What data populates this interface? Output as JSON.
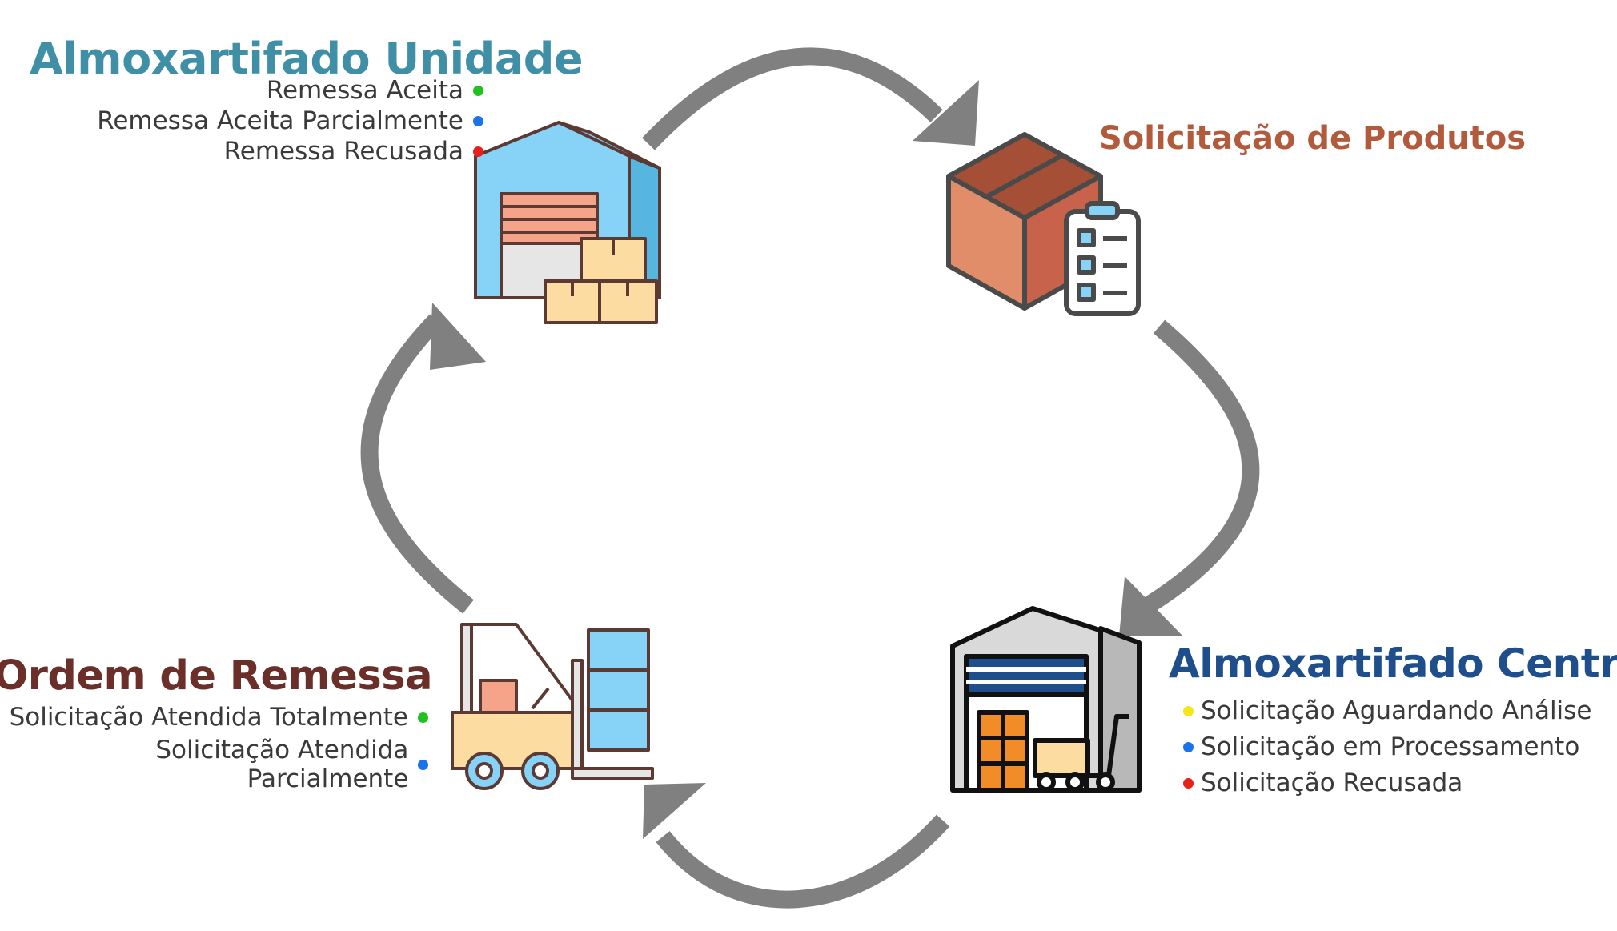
{
  "unit_warehouse": {
    "title": "Almoxartifado Unidade",
    "title_color": "#3f8fa7",
    "statuses": [
      {
        "label": "Remessa Aceita",
        "color": "#22c11f"
      },
      {
        "label": "Remessa Aceita Parcialmente",
        "color": "#1a73e8"
      },
      {
        "label": "Remessa Recusada",
        "color": "#e8201a"
      }
    ]
  },
  "product_request": {
    "title": "Solicitação de Produtos",
    "title_color": "#b25a3c"
  },
  "central_warehouse": {
    "title": "Almoxartifado Central",
    "title_color": "#1f4e8c",
    "statuses": [
      {
        "label": "Solicitação Aguardando Análise",
        "color": "#f5e51b"
      },
      {
        "label": "Solicitação em Processamento",
        "color": "#1a73e8"
      },
      {
        "label": "Solicitação Recusada",
        "color": "#e8201a"
      }
    ]
  },
  "shipment_order": {
    "title": "Ordem de Remessa",
    "title_color": "#6b2e28",
    "statuses": [
      {
        "label": "Solicitação Atendida Totalmente",
        "color": "#22c11f"
      },
      {
        "label": "Solicitação Atendida Parcialmente",
        "color": "#1a73e8"
      }
    ]
  },
  "arrow_color": "#808080"
}
